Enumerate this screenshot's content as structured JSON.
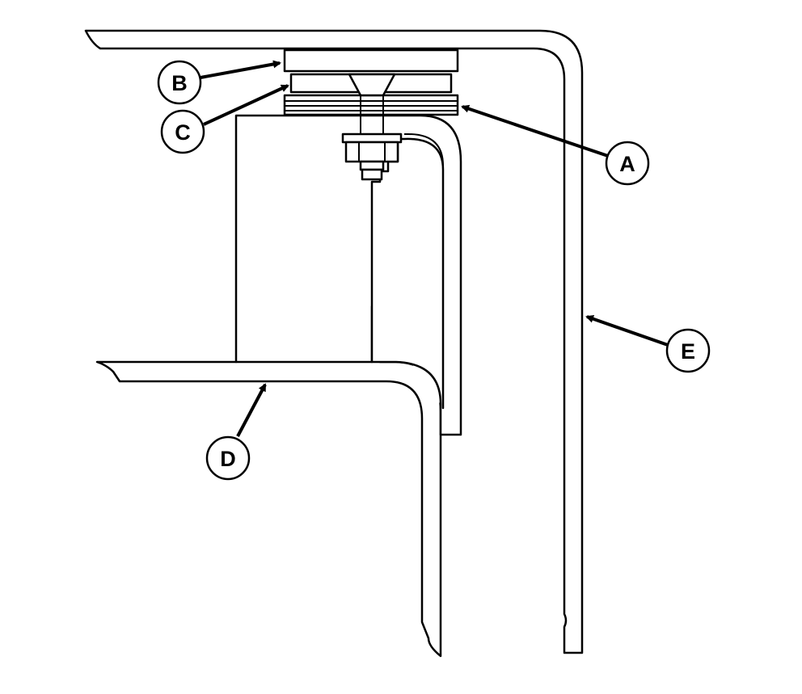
{
  "colors": {
    "line": "#000000",
    "background": "#ffffff"
  },
  "callouts": [
    {
      "id": "A",
      "label": "A"
    },
    {
      "id": "B",
      "label": "B"
    },
    {
      "id": "C",
      "label": "C"
    },
    {
      "id": "D",
      "label": "D"
    },
    {
      "id": "E",
      "label": "E"
    }
  ]
}
